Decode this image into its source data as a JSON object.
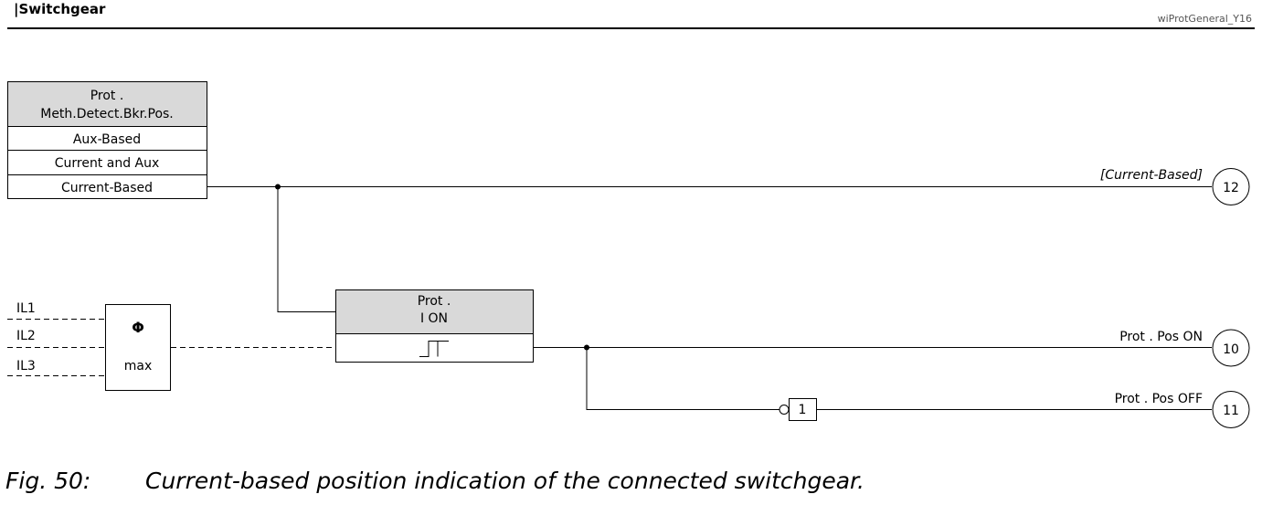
{
  "header": {
    "title": "|Switchgear",
    "diagram_id": "wiProtGeneral_Y16"
  },
  "setting_block": {
    "title_line1": "Prot .",
    "title_line2": "Meth.Detect.Bkr.Pos.",
    "options": [
      "Aux-Based",
      "Current and Aux",
      "Current-Based"
    ]
  },
  "inputs": [
    "IL1",
    "IL2",
    "IL3"
  ],
  "max_block": {
    "symbol": "Φ",
    "label": "max"
  },
  "threshold_block": {
    "title_line1": "Prot .",
    "title_line2": "I ON"
  },
  "not_gate": {
    "label": "1"
  },
  "outputs": {
    "current_based": {
      "label": "[Current-Based]",
      "number": "12"
    },
    "pos_on": {
      "label": "Prot . Pos ON",
      "number": "10"
    },
    "pos_off": {
      "label": "Prot . Pos OFF",
      "number": "11"
    }
  },
  "caption": {
    "figure": "Fig. 50:",
    "text": "Current-based position indication of the connected switchgear."
  },
  "colors": {
    "header_fill": "#d9d9d9",
    "line": "#000000",
    "id_text": "#555555"
  }
}
